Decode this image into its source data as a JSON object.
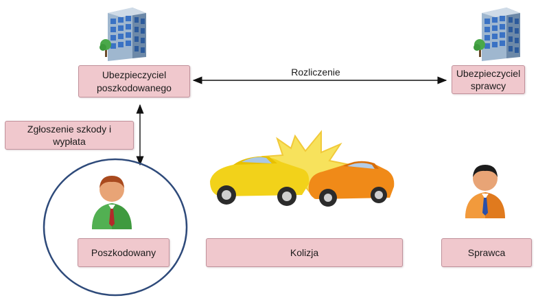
{
  "nodes": {
    "insurer_victim": "Ubezpieczyciel poszkodowanego",
    "insurer_perpetrator": "Ubezpieczyciel sprawcy",
    "claim": "Zgłoszenie szkody i wypłata",
    "victim": "Poszkodowany",
    "collision": "Kolizja",
    "perpetrator": "Sprawca"
  },
  "edges": {
    "settlement": "Rozliczenie"
  },
  "icons": {
    "building_left": "office-building-icon",
    "building_right": "office-building-icon",
    "victim": "person-green-icon",
    "perpetrator": "person-orange-icon",
    "collision": "car-crash-icon"
  },
  "colors": {
    "box_fill": "#f0c8cd",
    "box_border": "#c0909a",
    "circle": "#2e4a7a",
    "arrow": "#111111"
  }
}
